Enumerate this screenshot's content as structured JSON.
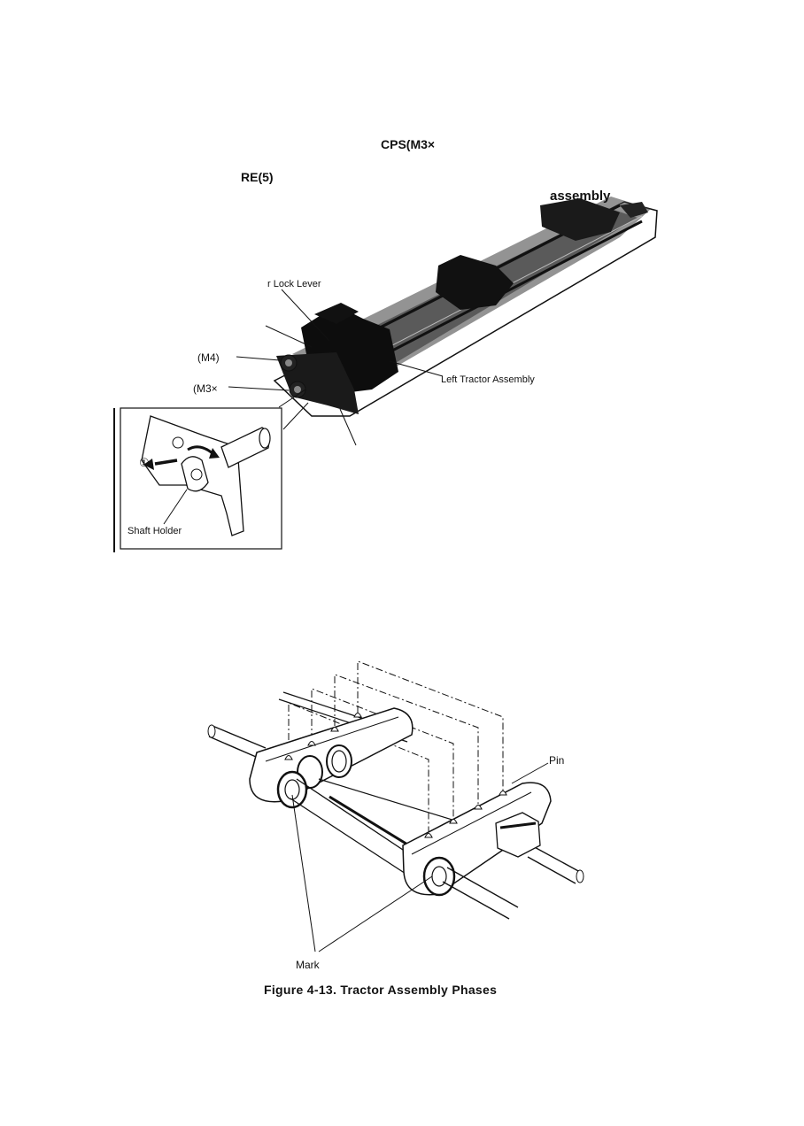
{
  "top_text": {
    "cps_fragment": "CPS(M3×",
    "re_fragment": "RE(5)"
  },
  "figure_top": {
    "assembly_label": "assembly",
    "lock_lever_label": "r Lock  Lever",
    "m4_label": "(M4)",
    "m3_label": "(M3×",
    "left_tractor_label": "Left Tractor Assembly",
    "inset": {
      "marker": "①",
      "shaft_holder_label": "Shaft Holder"
    }
  },
  "figure_bottom": {
    "pin_label": "Pin",
    "mark_label": "Mark",
    "caption": "Figure 4-13. Tractor Assembly Phases"
  }
}
